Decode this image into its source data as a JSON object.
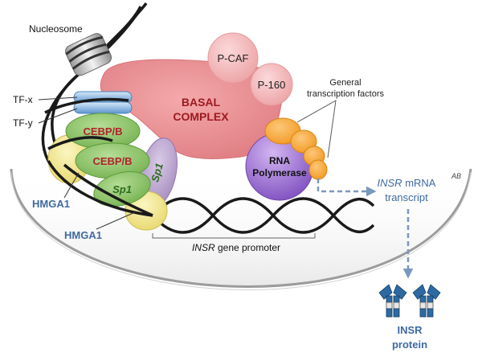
{
  "labels": {
    "nucleosome": "Nucleosome",
    "tf_x": "TF-x",
    "tf_y": "TF-y",
    "cebpb_top": "CEBP/B",
    "cebpb_bottom": "CEBP/B",
    "sp1_left": "Sp1",
    "sp1_right": "Sp1",
    "hmga1_top": "HMGA1",
    "hmga1_bottom": "HMGA1",
    "basal_line1": "BASAL",
    "basal_line2": "COMPLEX",
    "pcaf": "P-CAF",
    "p160": "P-160",
    "gtf_line1": "General",
    "gtf_line2": "transcription factors",
    "rnap_line1": "RNA",
    "rnap_line2": "Polymerase",
    "mrna_gene": "INSR",
    "mrna_suffix": " mRNA",
    "mrna_line2": "transcript",
    "promoter_gene": "INSR",
    "promoter_suffix": " gene promoter",
    "protein_line1": "INSR",
    "protein_line2": "protein",
    "watermark": "AB"
  },
  "colors": {
    "basal": "#e98a8e",
    "pcaf": "#f3b7b9",
    "cebpb": "#8cc46a",
    "sp1": "#b7a2cc",
    "hmga1": "#f1e68c",
    "tfx": "#6ea2d4",
    "rnap": "#9b6fd0",
    "gtf": "#f7a531",
    "label_blue": "#3f6aa2",
    "dna": "#1a1a1a"
  }
}
